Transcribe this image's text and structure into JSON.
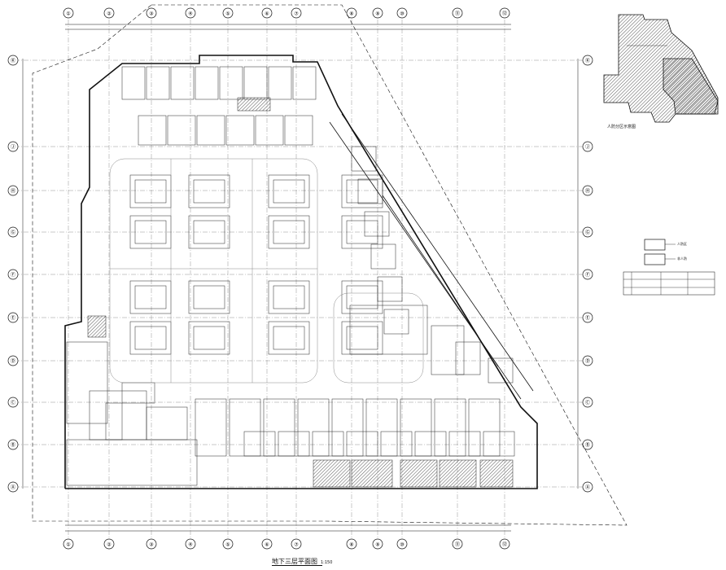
{
  "title": "地下三层平面图",
  "scale": "1:150",
  "keymap": {
    "label": "人防分区示意图"
  },
  "grid_columns": [
    "①",
    "②",
    "③",
    "④",
    "⑤",
    "⑥",
    "⑦",
    "⑧",
    "⑨",
    "⑩",
    "⑪",
    "⑫"
  ],
  "grid_rows": [
    "Ⓚ",
    "Ⓙ",
    "Ⓗ",
    "Ⓖ",
    "Ⓕ",
    "Ⓔ",
    "Ⓓ",
    "Ⓒ",
    "Ⓑ",
    "Ⓐ"
  ],
  "legend": {
    "item1": "人防区",
    "item2": "非人防"
  },
  "colors": {
    "line": "#111111",
    "hatch": "#555555",
    "background": "#ffffff"
  }
}
